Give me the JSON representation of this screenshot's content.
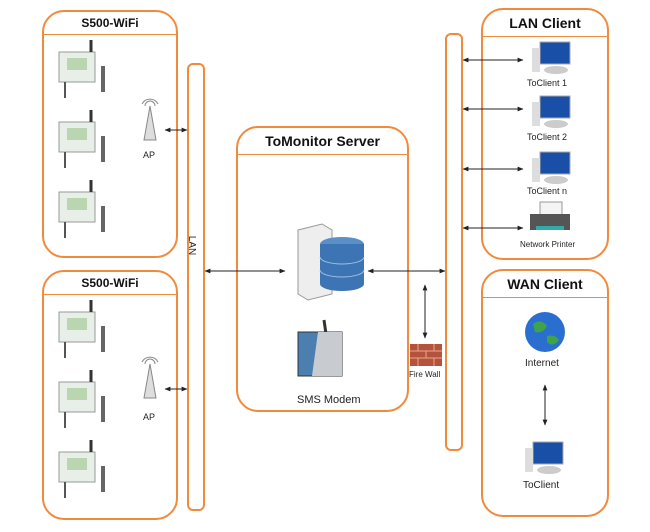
{
  "groups": {
    "sensor_group_top": {
      "title": "S500-WiFi",
      "ap_label": "AP"
    },
    "sensor_group_bottom": {
      "title": "S500-WiFi",
      "ap_label": "AP"
    },
    "server": {
      "title": "ToMonitor Server",
      "modem_label": "SMS Modem"
    },
    "lan_client": {
      "title": "LAN Client",
      "clients": [
        "ToClient 1",
        "ToClient 2",
        "ToClient n"
      ],
      "printer_label": "Network Printer"
    },
    "wan_client": {
      "title": "WAN Client",
      "internet_label": "Internet",
      "client_label": "ToClient"
    }
  },
  "lan_bus_label": "LAN",
  "firewall_label": "Fire Wall",
  "colors": {
    "accent": "#f08a3c",
    "arrow": "#222222"
  }
}
